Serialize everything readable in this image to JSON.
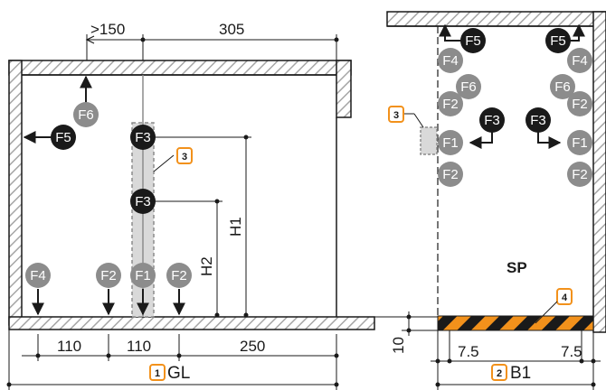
{
  "colors": {
    "dark": "#1a1a1a",
    "gray": "#8c8c8c",
    "orange": "#f2911b",
    "hatch": "#a6a6a6",
    "car": "#d9d9d9"
  },
  "left_view": {
    "title": "GL",
    "title_number": "1",
    "dim_top": [
      ">150",
      "305"
    ],
    "dim_bottom": [
      "110",
      "110",
      "250"
    ],
    "dim_vertical": [
      "H1",
      "H2"
    ],
    "callout": "3",
    "forces": {
      "f6": "F6",
      "f5": "F5",
      "f3a": "F3",
      "f3b": "F3",
      "f4": "F4",
      "f2a": "F2",
      "f1": "F1",
      "f2b": "F2"
    }
  },
  "right_view": {
    "title": "B1",
    "title_number": "2",
    "dim_bottom": [
      "7.5",
      "7.5"
    ],
    "dim_vertical": "10",
    "pit_label": "SP",
    "callout_a": "3",
    "callout_b": "4",
    "forces": {
      "f5l": "F5",
      "f4l": "F4",
      "f6l": "F6",
      "f2l1": "F2",
      "f1l": "F1",
      "f2l2": "F2",
      "f3l": "F3",
      "f5r": "F5",
      "f4r": "F4",
      "f6r": "F6",
      "f2r1": "F2",
      "f1r": "F1",
      "f2r2": "F2",
      "f3r": "F3"
    }
  }
}
